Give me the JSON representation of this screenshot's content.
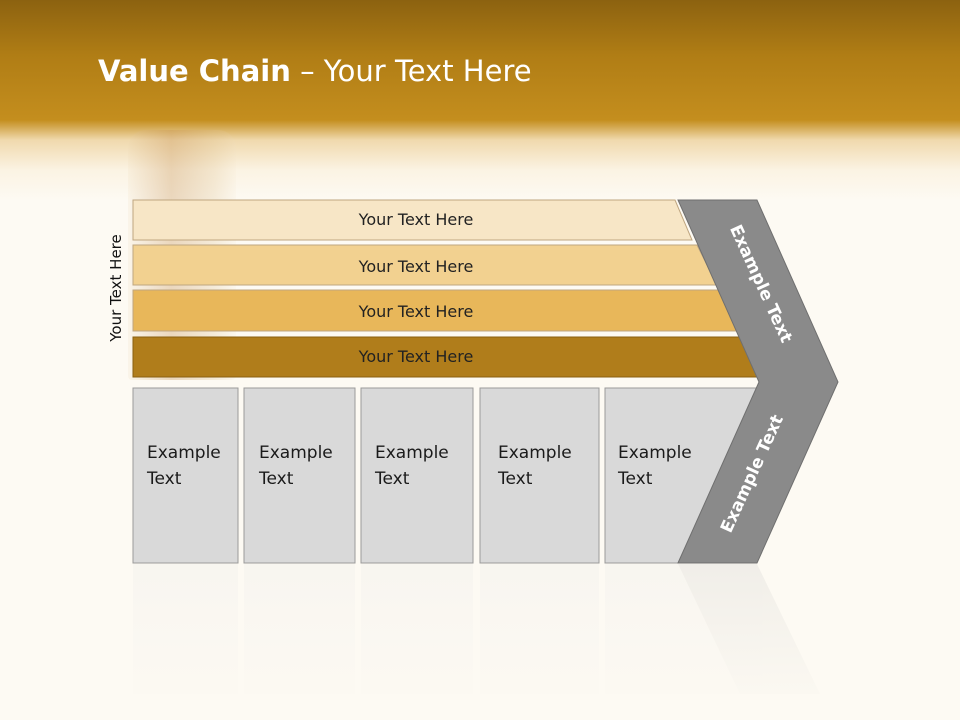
{
  "title": {
    "bold": "Value Chain",
    "rest": " – Your Text Here"
  },
  "side_label": "Your Text Here",
  "bars": [
    {
      "label": "Your Text Here",
      "color": "#f7e6c6"
    },
    {
      "label": "Your Text Here",
      "color": "#f2d190"
    },
    {
      "label": "Your Text Here",
      "color": "#e8b75a"
    },
    {
      "label": "Your Text Here",
      "color": "#b07d1b"
    }
  ],
  "columns": [
    {
      "line1": "Example",
      "line2": "Text"
    },
    {
      "line1": "Example",
      "line2": "Text"
    },
    {
      "line1": "Example",
      "line2": "Text"
    },
    {
      "line1": "Example",
      "line2": "Text"
    },
    {
      "line1": "Example",
      "line2": "Text"
    }
  ],
  "chevron": {
    "upper_label": "Example Text",
    "lower_label": "Example Text",
    "color": "#8a8a8a"
  },
  "colors": {
    "column_fill": "#d9d9d9",
    "column_stroke": "#9a9a9a",
    "header_band": "#b98519"
  }
}
